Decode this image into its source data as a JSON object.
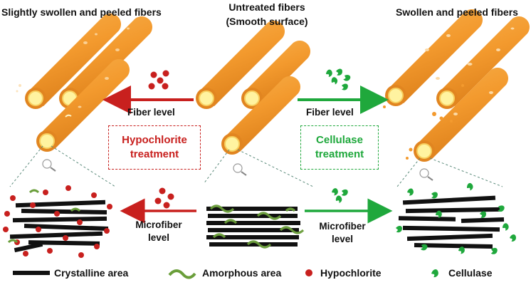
{
  "headers": {
    "left": "Slightly swollen and peeled fibers",
    "center_line1": "Untreated  fibers",
    "center_line2": "(Smooth surface)",
    "right": "Swollen and peeled fibers"
  },
  "arrows": {
    "left_fiber_level": "Fiber level",
    "right_fiber_level": "Fiber level",
    "left_microfiber_line1": "Microfiber",
    "left_microfiber_line2": "level",
    "right_microfiber_line1": "Microfiber",
    "right_microfiber_line2": "level"
  },
  "treatments": {
    "hypochlorite_line1": "Hypochlorite",
    "hypochlorite_line2": "treatment",
    "cellulase_line1": "Cellulase",
    "cellulase_line2": "treatment"
  },
  "legend": {
    "crystalline": "Crystalline area",
    "amorphous": "Amorphous area",
    "hypochlorite": "Hypochlorite",
    "cellulase": "Cellulase"
  },
  "colors": {
    "fiber": "#f39a2e",
    "fiber_core": "#fff6a8",
    "hypochlorite": "#c8201e",
    "cellulase": "#1fa83c",
    "crystalline": "#111111",
    "amorphous": "#6a9e3a"
  }
}
